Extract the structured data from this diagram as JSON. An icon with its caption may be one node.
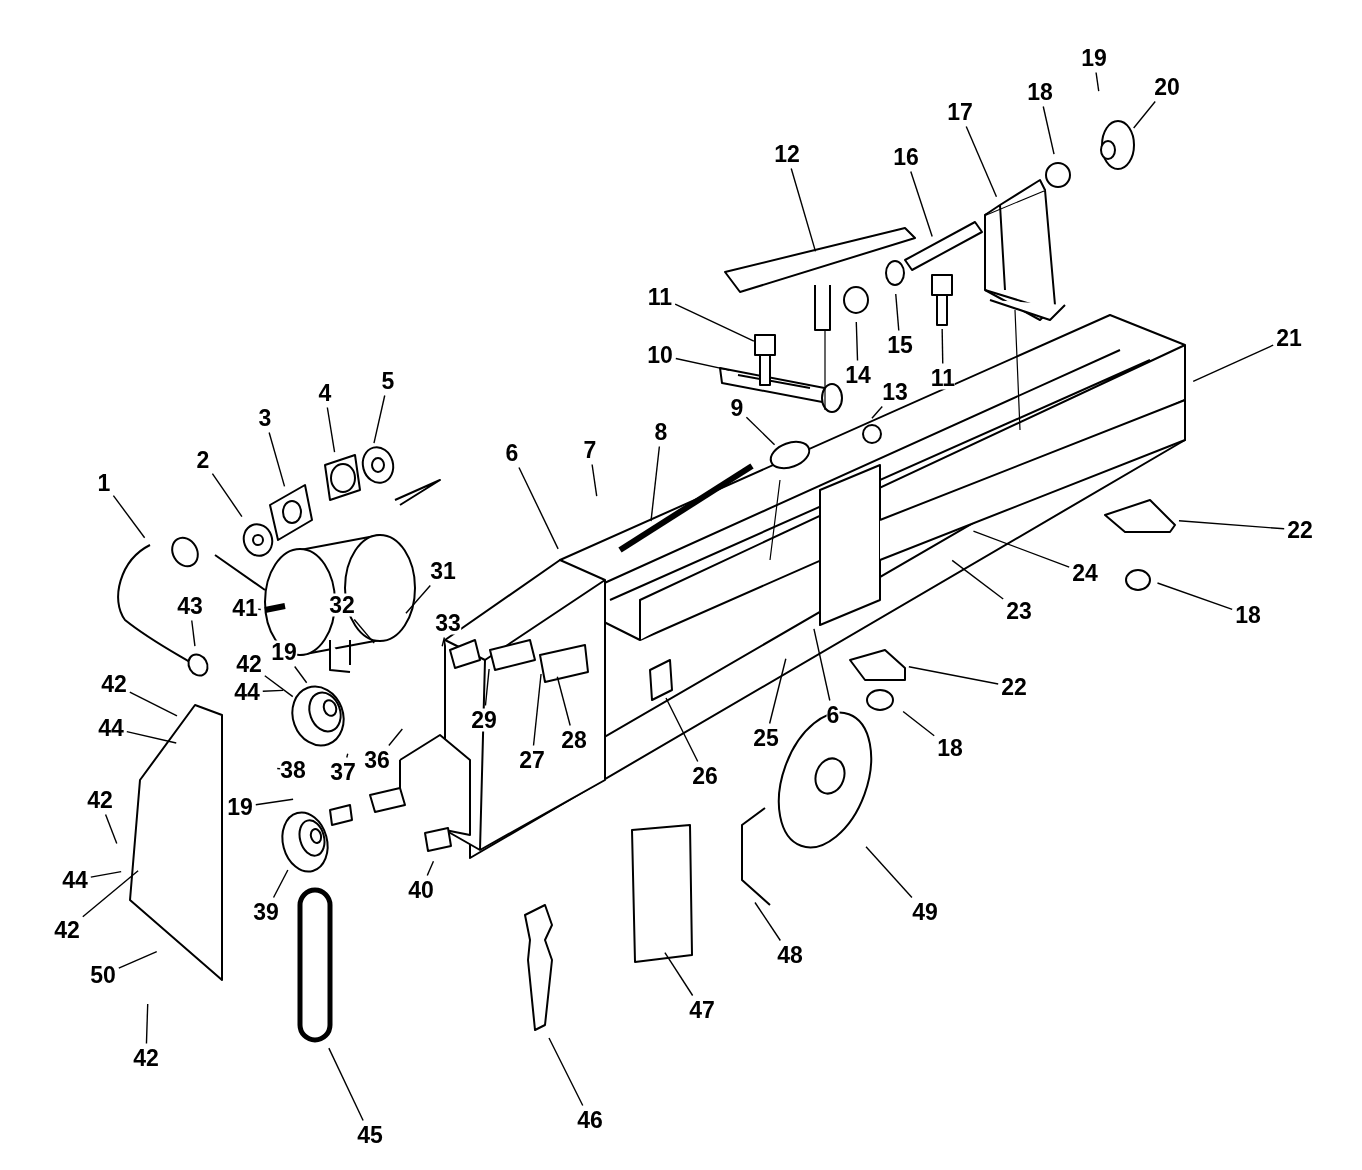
{
  "diagram": {
    "nodes": [
      {
        "text": [
          "1"
        ]
      },
      {
        "text": [
          "2"
        ]
      },
      {
        "text": [
          "3"
        ]
      },
      {
        "text": [
          "4"
        ]
      },
      {
        "text": [
          "5"
        ]
      },
      {
        "text": [
          "6"
        ]
      },
      {
        "text": [
          "7"
        ]
      },
      {
        "text": [
          "8"
        ]
      },
      {
        "text": [
          "9"
        ]
      },
      {
        "text": [
          "10"
        ]
      },
      {
        "text": [
          "11"
        ]
      },
      {
        "text": [
          "12"
        ]
      },
      {
        "text": [
          "13"
        ]
      },
      {
        "text": [
          "14"
        ]
      },
      {
        "text": [
          "15"
        ]
      },
      {
        "text": [
          "11"
        ]
      },
      {
        "text": [
          "16"
        ]
      },
      {
        "text": [
          "17"
        ]
      },
      {
        "text": [
          "18"
        ]
      },
      {
        "text": [
          "19"
        ]
      },
      {
        "text": [
          "20"
        ]
      },
      {
        "text": [
          "21"
        ]
      },
      {
        "text": [
          "22"
        ]
      },
      {
        "text": [
          "18"
        ]
      },
      {
        "text": [
          "24"
        ]
      },
      {
        "text": [
          "23"
        ]
      },
      {
        "text": [
          "22"
        ]
      },
      {
        "text": [
          "18"
        ]
      },
      {
        "text": [
          "6"
        ]
      },
      {
        "text": [
          "25"
        ]
      },
      {
        "text": [
          "26"
        ]
      },
      {
        "text": [
          "27"
        ]
      },
      {
        "text": [
          "28"
        ]
      },
      {
        "text": [
          "29"
        ]
      },
      {
        "text": [
          "31"
        ]
      },
      {
        "text": [
          "32"
        ]
      },
      {
        "text": [
          "33"
        ]
      },
      {
        "text": [
          "41"
        ]
      },
      {
        "text": [
          "43"
        ]
      },
      {
        "text": [
          "42"
        ]
      },
      {
        "text": [
          "44"
        ]
      },
      {
        "text": [
          "19"
        ]
      },
      {
        "text": [
          "42"
        ]
      },
      {
        "text": [
          "44"
        ]
      },
      {
        "text": [
          "38"
        ]
      },
      {
        "text": [
          "19"
        ]
      },
      {
        "text": [
          "37"
        ]
      },
      {
        "text": [
          "36"
        ]
      },
      {
        "text": [
          "42"
        ]
      },
      {
        "text": [
          "44"
        ]
      },
      {
        "text": [
          "42"
        ]
      },
      {
        "text": [
          "50"
        ]
      },
      {
        "text": [
          "42"
        ]
      },
      {
        "text": [
          "39"
        ]
      },
      {
        "text": [
          "40"
        ]
      },
      {
        "text": [
          "45"
        ]
      },
      {
        "text": [
          "46"
        ]
      },
      {
        "text": [
          "47"
        ]
      },
      {
        "text": [
          "48"
        ]
      },
      {
        "text": [
          "49"
        ]
      }
    ],
    "edges": [
      {
        "from": 0,
        "to": null,
        "arrow": "none"
      },
      {
        "from": 1,
        "to": null,
        "arrow": "none"
      },
      {
        "from": 2,
        "to": null,
        "arrow": "none"
      },
      {
        "from": 3,
        "to": null,
        "arrow": "none"
      },
      {
        "from": 4,
        "to": null,
        "arrow": "none"
      },
      {
        "from": 5,
        "to": null,
        "arrow": "none"
      },
      {
        "from": 6,
        "to": null,
        "arrow": "none"
      },
      {
        "from": 7,
        "to": null,
        "arrow": "none"
      },
      {
        "from": 8,
        "to": null,
        "arrow": "none"
      },
      {
        "from": 9,
        "to": null,
        "arrow": "none"
      },
      {
        "from": 10,
        "to": null,
        "arrow": "none"
      },
      {
        "from": 11,
        "to": null,
        "arrow": "none"
      },
      {
        "from": 12,
        "to": null,
        "arrow": "none"
      },
      {
        "from": 13,
        "to": null,
        "arrow": "none"
      },
      {
        "from": 14,
        "to": null,
        "arrow": "none"
      },
      {
        "from": 15,
        "to": null,
        "arrow": "none"
      },
      {
        "from": 16,
        "to": null,
        "arrow": "none"
      },
      {
        "from": 17,
        "to": null,
        "arrow": "none"
      },
      {
        "from": 18,
        "to": null,
        "arrow": "none"
      },
      {
        "from": 19,
        "to": null,
        "arrow": "none"
      },
      {
        "from": 20,
        "to": null,
        "arrow": "none"
      },
      {
        "from": 21,
        "to": null,
        "arrow": "none"
      },
      {
        "from": 22,
        "to": null,
        "arrow": "none"
      },
      {
        "from": 23,
        "to": null,
        "arrow": "none"
      },
      {
        "from": 24,
        "to": null,
        "arrow": "none"
      },
      {
        "from": 25,
        "to": null,
        "arrow": "none"
      },
      {
        "from": 26,
        "to": null,
        "arrow": "none"
      },
      {
        "from": 27,
        "to": null,
        "arrow": "none"
      },
      {
        "from": 28,
        "to": null,
        "arrow": "none"
      },
      {
        "from": 29,
        "to": null,
        "arrow": "none"
      },
      {
        "from": 30,
        "to": null,
        "arrow": "none"
      },
      {
        "from": 31,
        "to": null,
        "arrow": "none"
      },
      {
        "from": 32,
        "to": null,
        "arrow": "none"
      },
      {
        "from": 33,
        "to": null,
        "arrow": "none"
      },
      {
        "from": 34,
        "to": null,
        "arrow": "none"
      },
      {
        "from": 35,
        "to": null,
        "arrow": "none"
      },
      {
        "from": 36,
        "to": null,
        "arrow": "none"
      },
      {
        "from": 37,
        "to": null,
        "arrow": "none"
      },
      {
        "from": 38,
        "to": null,
        "arrow": "none"
      },
      {
        "from": 39,
        "to": null,
        "arrow": "none"
      },
      {
        "from": 40,
        "to": null,
        "arrow": "none"
      },
      {
        "from": 41,
        "to": null,
        "arrow": "none"
      },
      {
        "from": 42,
        "to": null,
        "arrow": "none"
      },
      {
        "from": 43,
        "to": null,
        "arrow": "none"
      },
      {
        "from": 44,
        "to": null,
        "arrow": "none"
      },
      {
        "from": 45,
        "to": null,
        "arrow": "none"
      },
      {
        "from": 46,
        "to": null,
        "arrow": "none"
      },
      {
        "from": 47,
        "to": null,
        "arrow": "none"
      },
      {
        "from": 48,
        "to": null,
        "arrow": "none"
      },
      {
        "from": 49,
        "to": null,
        "arrow": "none"
      },
      {
        "from": 50,
        "to": null,
        "arrow": "none"
      },
      {
        "from": 51,
        "to": null,
        "arrow": "none"
      },
      {
        "from": 52,
        "to": null,
        "arrow": "none"
      },
      {
        "from": 53,
        "to": null,
        "arrow": "none"
      },
      {
        "from": 54,
        "to": null,
        "arrow": "none"
      },
      {
        "from": 55,
        "to": null,
        "arrow": "none"
      },
      {
        "from": 56,
        "to": null,
        "arrow": "none"
      },
      {
        "from": 57,
        "to": null,
        "arrow": "none"
      },
      {
        "from": 58,
        "to": null,
        "arrow": "none"
      },
      {
        "from": 59,
        "to": null,
        "arrow": "none"
      }
    ]
  }
}
